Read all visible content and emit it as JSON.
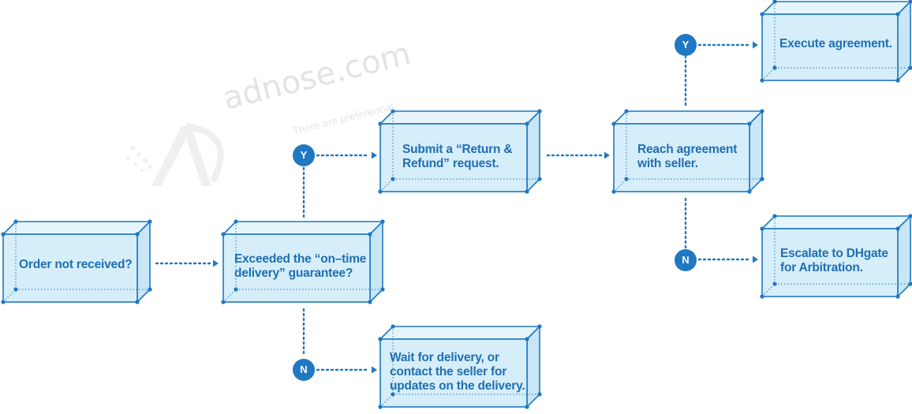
{
  "watermark": {
    "brand": "adnose.com",
    "tagline": "There are preferential"
  },
  "colors": {
    "stroke": "#1f78c1",
    "face": "#d6eefa",
    "badge": "#1f78c1",
    "text": "#1f6fb2"
  },
  "boxes": {
    "order_not_received": "Order not received?",
    "exceeded_line1": "Exceeded the “on–time",
    "exceeded_line2": "delivery” guarantee?",
    "submit_line1": "Submit a “Return &",
    "submit_line2": "Refund” request.",
    "wait_line1": "Wait for delivery, or",
    "wait_line2": "contact the seller for",
    "wait_line3": "updates on the delivery.",
    "reach_line1": "Reach agreement",
    "reach_line2": "with seller.",
    "execute": "Execute agreement.",
    "escalate_line1": "Escalate to DHgate",
    "escalate_line2": "for Arbitration."
  },
  "badges": {
    "yes": "Y",
    "no": "N"
  }
}
